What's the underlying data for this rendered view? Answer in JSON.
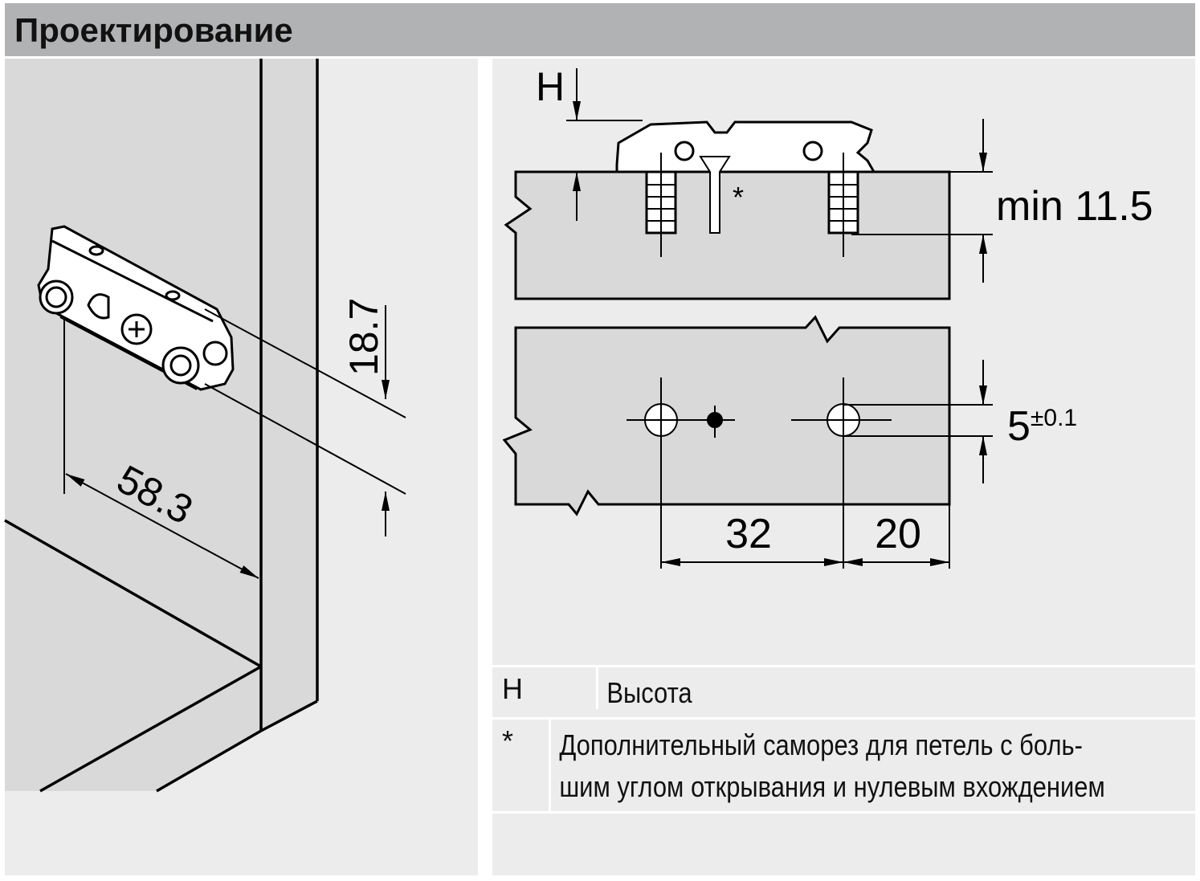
{
  "header": {
    "title": "Проектирование"
  },
  "left_drawing": {
    "dim_depth": "58.3",
    "dim_height": "18.7"
  },
  "right_drawing": {
    "label_h": "H",
    "asterisk": "*",
    "dim_min": "min 11.5",
    "dim_offset": "5",
    "dim_offset_tol": "±0.1",
    "dim_32": "32",
    "dim_20": "20"
  },
  "legend": [
    {
      "key": "H",
      "value": "Высота"
    },
    {
      "key": "*",
      "value_line1": "Дополнительный саморез для петель с боль-",
      "value_line2": "шим углом открывания и нулевым вхождением"
    }
  ],
  "colors": {
    "header": "#b1b2b4",
    "panel": "#ececec",
    "surface": "#d9d9d9",
    "line": "#000000"
  }
}
